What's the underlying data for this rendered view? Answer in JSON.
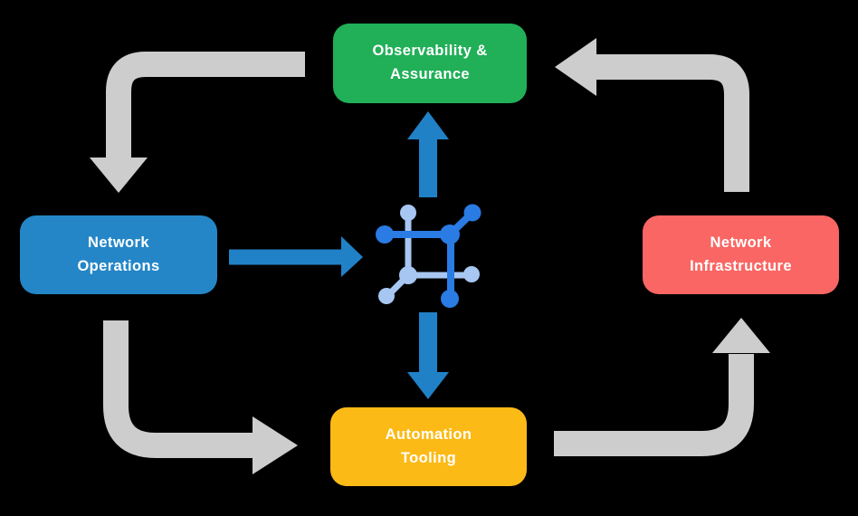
{
  "diagram": {
    "background_color": "#000000",
    "nodes": [
      {
        "id": "observability-assurance",
        "label": "Observability &\nAssurance",
        "color": "#21AF58",
        "text_color": "#FFFFFF",
        "position": "top"
      },
      {
        "id": "network-operations",
        "label": "Network\nOperations",
        "color": "#2486C7",
        "text_color": "#FFFFFF",
        "position": "left"
      },
      {
        "id": "network-infrastructure",
        "label": "Network\nInfrastructure",
        "color": "#F96663",
        "text_color": "#FFFFFF",
        "position": "right"
      },
      {
        "id": "automation-tooling",
        "label": "Automation\nTooling",
        "color": "#FCBA16",
        "text_color": "#FFFFFF",
        "position": "bottom"
      }
    ],
    "center": {
      "icon": "network-mesh-icon",
      "icon_colors": {
        "primary_blue": "#2A7BE4",
        "light_blue": "#A7C7F2"
      }
    },
    "edges": {
      "cycle_arrow_color": "#CDCDCD",
      "spoke_arrow_color": "#2181C7",
      "cycle": [
        {
          "from": "observability-assurance",
          "to": "network-operations"
        },
        {
          "from": "network-operations",
          "to": "automation-tooling"
        },
        {
          "from": "automation-tooling",
          "to": "network-infrastructure"
        },
        {
          "from": "network-infrastructure",
          "to": "observability-assurance"
        }
      ],
      "spokes": [
        {
          "from": "network-operations",
          "to": "center"
        },
        {
          "from": "center",
          "to": "observability-assurance"
        },
        {
          "from": "center",
          "to": "automation-tooling"
        }
      ]
    }
  }
}
